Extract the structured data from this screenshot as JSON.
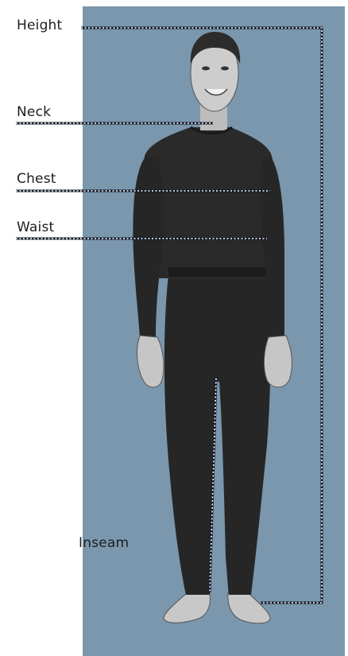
{
  "labels": {
    "height": "Height",
    "neck": "Neck",
    "chest": "Chest",
    "waist": "Waist",
    "inseam": "Inseam"
  },
  "colors": {
    "panel": "#7b97ad",
    "garment": "#262626",
    "skin": "#c9c9c9",
    "dotted_line": "#ffffff",
    "dotted_line_shadow": "#10182a"
  }
}
